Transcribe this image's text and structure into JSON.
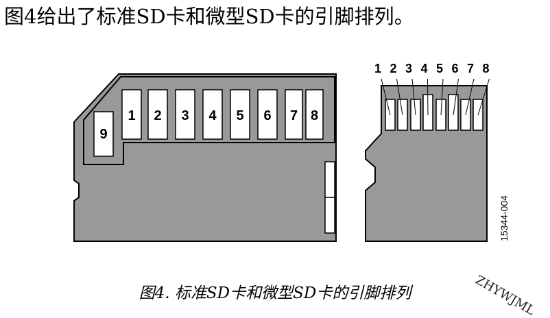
{
  "heading": "图4给出了标准SD卡和微型SD卡的引脚排列。",
  "caption": "图4. 标准SD卡和微型SD卡的引脚排列",
  "figure_id": "15344-004",
  "watermark": "ZHYWJML",
  "sd_card": {
    "pins": [
      "1",
      "2",
      "3",
      "4",
      "5",
      "6",
      "7",
      "8"
    ],
    "extra_pin": "9"
  },
  "micro_sd_card": {
    "pin_labels": [
      "1",
      "2",
      "3",
      "4",
      "5",
      "6",
      "7",
      "8"
    ]
  },
  "colors": {
    "card_fill": "#999999",
    "contact_fill": "#ffffff",
    "outline": "#000000"
  }
}
